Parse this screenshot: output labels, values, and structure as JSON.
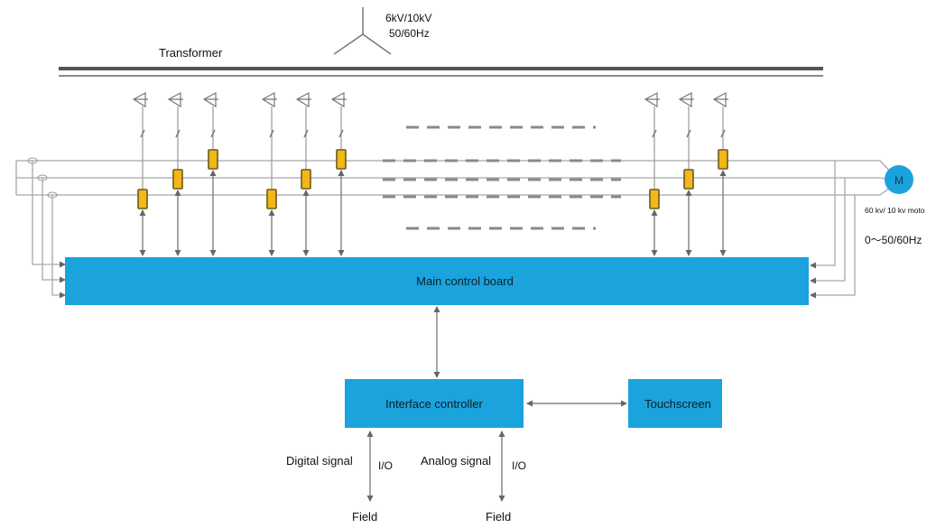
{
  "source": {
    "voltage": "6kV/10kV",
    "frequency": "50/60Hz"
  },
  "transformer_label": "Transformer",
  "motor": {
    "symbol": "M",
    "label": "60 kv/ 10 kv moto",
    "frequency": "0～50/60Hz"
  },
  "main_board_label": "Main control board",
  "interface_label": "Interface controller",
  "touchscreen_label": "Touchscreen",
  "io": {
    "digital_label": "Digital signal",
    "analog_label": "Analog signal",
    "io_left": "I/O",
    "io_right": "I/O",
    "field_left": "Field",
    "field_right": "Field"
  },
  "colors": {
    "box_fill": "#1aa3dc",
    "fuse_fill": "#f2b719",
    "motor_fill": "#1aa3dc"
  }
}
